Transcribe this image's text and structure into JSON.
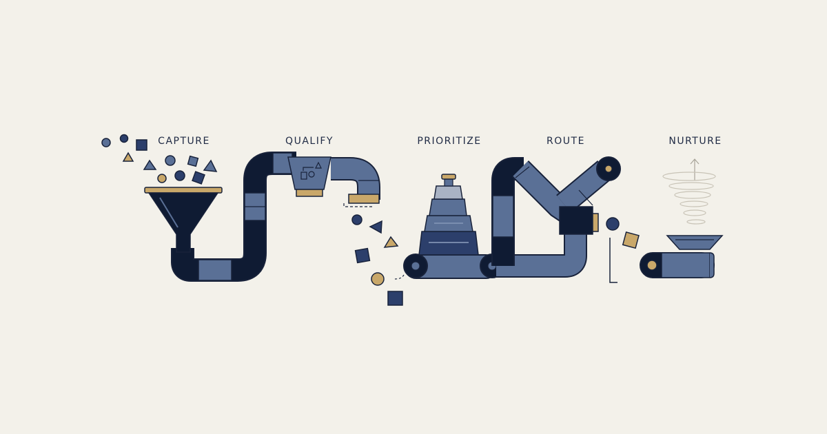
{
  "stages": [
    {
      "id": "capture",
      "label": "CAPTURE"
    },
    {
      "id": "qualify",
      "label": "QUALIFY"
    },
    {
      "id": "prioritize",
      "label": "PRIORITIZE"
    },
    {
      "id": "route",
      "label": "ROUTE"
    },
    {
      "id": "nurture",
      "label": "NURTURE"
    }
  ],
  "colors": {
    "background": "#f3f1ea",
    "navy": "#0f1b33",
    "slate": "#5a7096",
    "deep_blue": "#2c3f6b",
    "gold": "#c9a86a",
    "outline": "#18223a"
  }
}
